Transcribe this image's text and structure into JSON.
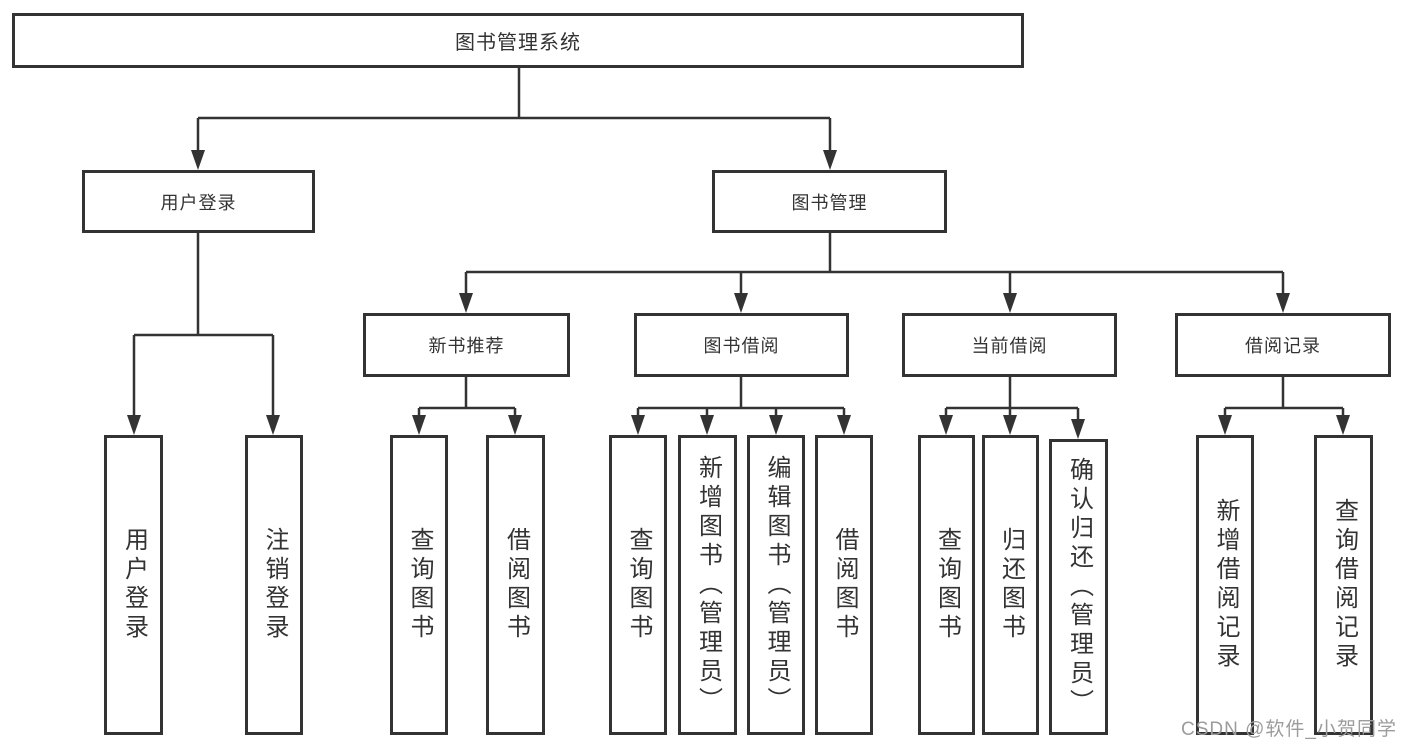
{
  "diagram": {
    "root": {
      "label": "图书管理系统"
    },
    "user_login": {
      "label": "用户登录",
      "children": [
        {
          "label": "用户登录"
        },
        {
          "label": "注销登录"
        }
      ]
    },
    "book_mgmt": {
      "label": "图书管理",
      "groups": [
        {
          "label": "新书推荐",
          "children": [
            {
              "label": "查询图书"
            },
            {
              "label": "借阅图书"
            }
          ]
        },
        {
          "label": "图书借阅",
          "children": [
            {
              "label": "查询图书"
            },
            {
              "label": "新增图书（管理员）"
            },
            {
              "label": "编辑图书（管理员）"
            },
            {
              "label": "借阅图书"
            }
          ]
        },
        {
          "label": "当前借阅",
          "children": [
            {
              "label": "查询图书"
            },
            {
              "label": "归还图书"
            },
            {
              "label": "确认归还（管理员）"
            }
          ]
        },
        {
          "label": "借阅记录",
          "children": [
            {
              "label": "新增借阅记录"
            },
            {
              "label": "查询借阅记录"
            }
          ]
        }
      ]
    }
  },
  "watermark": {
    "text": "CSDN @软件_小贺同学"
  },
  "colors": {
    "line": "#333333",
    "border": "#333333",
    "text": "#333333",
    "watermark": "#9c9c9c",
    "background": "#ffffff"
  }
}
